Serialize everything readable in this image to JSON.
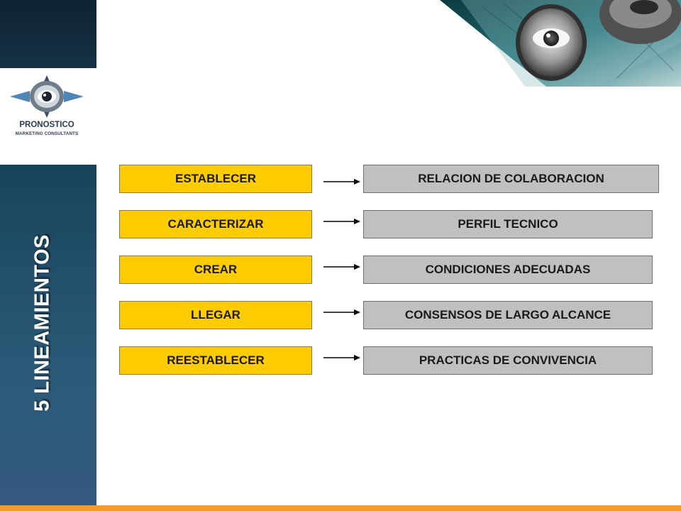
{
  "sidebar": {
    "title": "5 LINEAMIENTOS"
  },
  "logo": {
    "name": "PRONOSTICO",
    "tagline": "MARKETING CONSULTANTS"
  },
  "rows": [
    {
      "verb": "ESTABLECER",
      "object": "RELACION DE COLABORACION"
    },
    {
      "verb": "CARACTERIZAR",
      "object": "PERFIL TECNICO"
    },
    {
      "verb": "CREAR",
      "object": "CONDICIONES ADECUADAS"
    },
    {
      "verb": "LLEGAR",
      "object": "CONSENSOS DE LARGO ALCANCE"
    },
    {
      "verb": "REESTABLECER",
      "object": "PRACTICAS DE CONVIVENCIA"
    }
  ],
  "colors": {
    "verb_fill": "#ffcc00",
    "object_fill": "#c0c0c0",
    "sidebar": "#1f4a66",
    "accent_bar": "#f29a2e"
  }
}
